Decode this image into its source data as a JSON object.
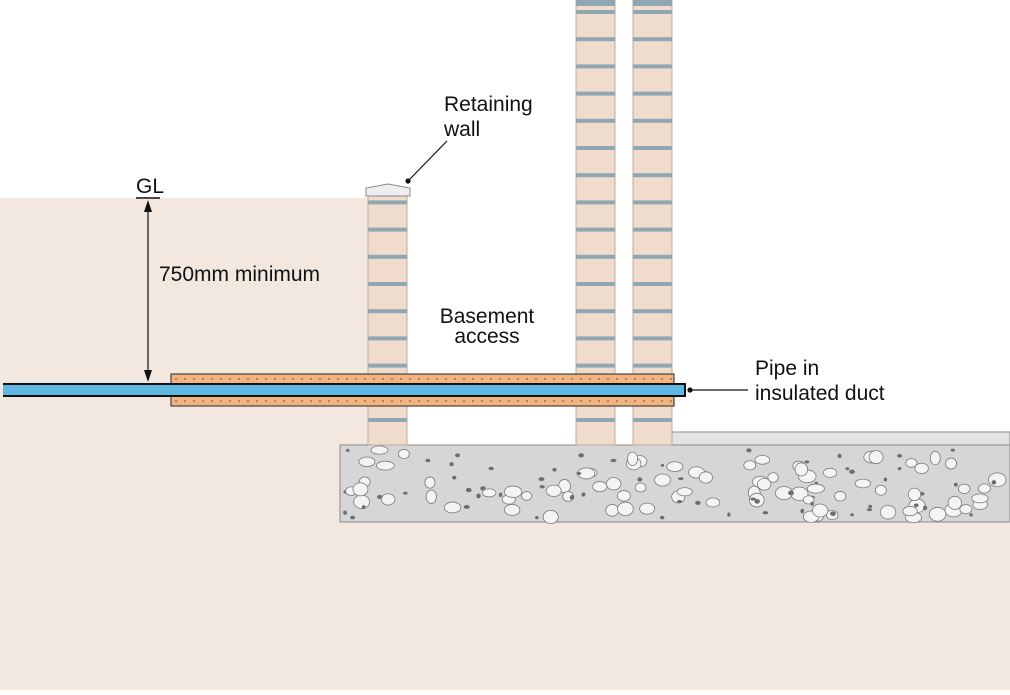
{
  "labels": {
    "ground_level": "GL",
    "depth": "750mm minimum",
    "retaining_wall_line1": "Retaining",
    "retaining_wall_line2": "wall",
    "basement_line1": "Basement",
    "basement_line2": "access",
    "pipe_line1": "Pipe in",
    "pipe_line2": "insulated duct"
  },
  "colors": {
    "soil": "#f2e8e0",
    "brick": "#efdccd",
    "brick_outline": "#c9a88f",
    "mortar": "#8ea7b0",
    "concrete": "#d4d4d4",
    "pipe": "#5fb8e4",
    "insulation": "#f0b47a",
    "insulation_dots": "#b0703a",
    "coping": "#e8e8e8",
    "line": "#111111"
  }
}
